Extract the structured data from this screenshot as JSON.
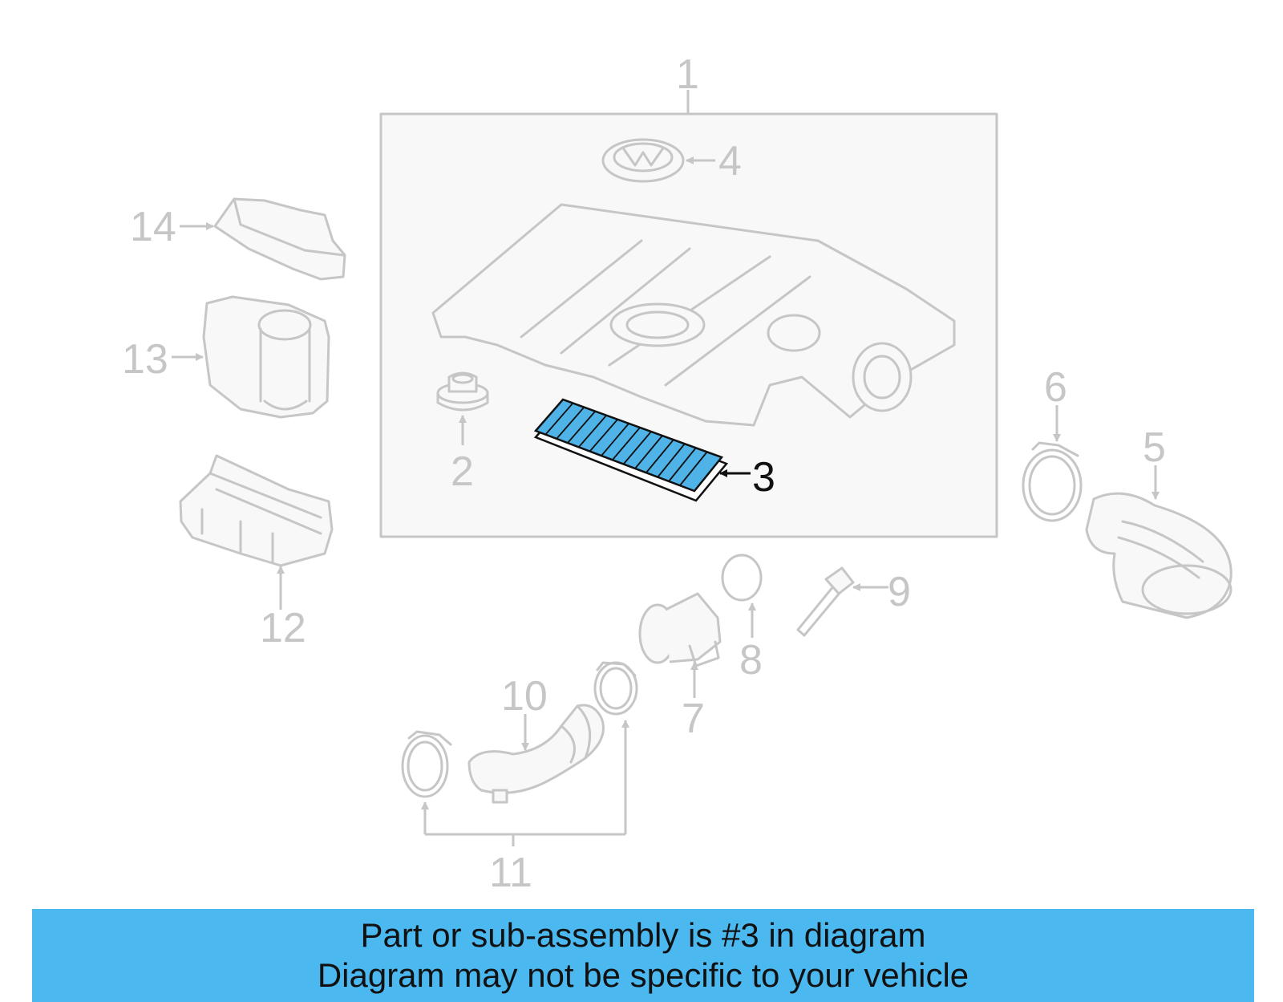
{
  "diagram": {
    "callouts": {
      "c1": "1",
      "c2": "2",
      "c3": "3",
      "c4": "4",
      "c5": "5",
      "c6": "6",
      "c7": "7",
      "c8": "8",
      "c9": "9",
      "c10": "10",
      "c11": "11",
      "c12": "12",
      "c13": "13",
      "c14": "14"
    },
    "highlighted_part": "3",
    "colors": {
      "highlight": "#4fb3e8",
      "linework": "#c6c6c6",
      "banner": "#4bb8f0"
    }
  },
  "banner": {
    "line1": "Part or sub-assembly is #3 in diagram",
    "line2": "Diagram may not be specific to your vehicle"
  }
}
